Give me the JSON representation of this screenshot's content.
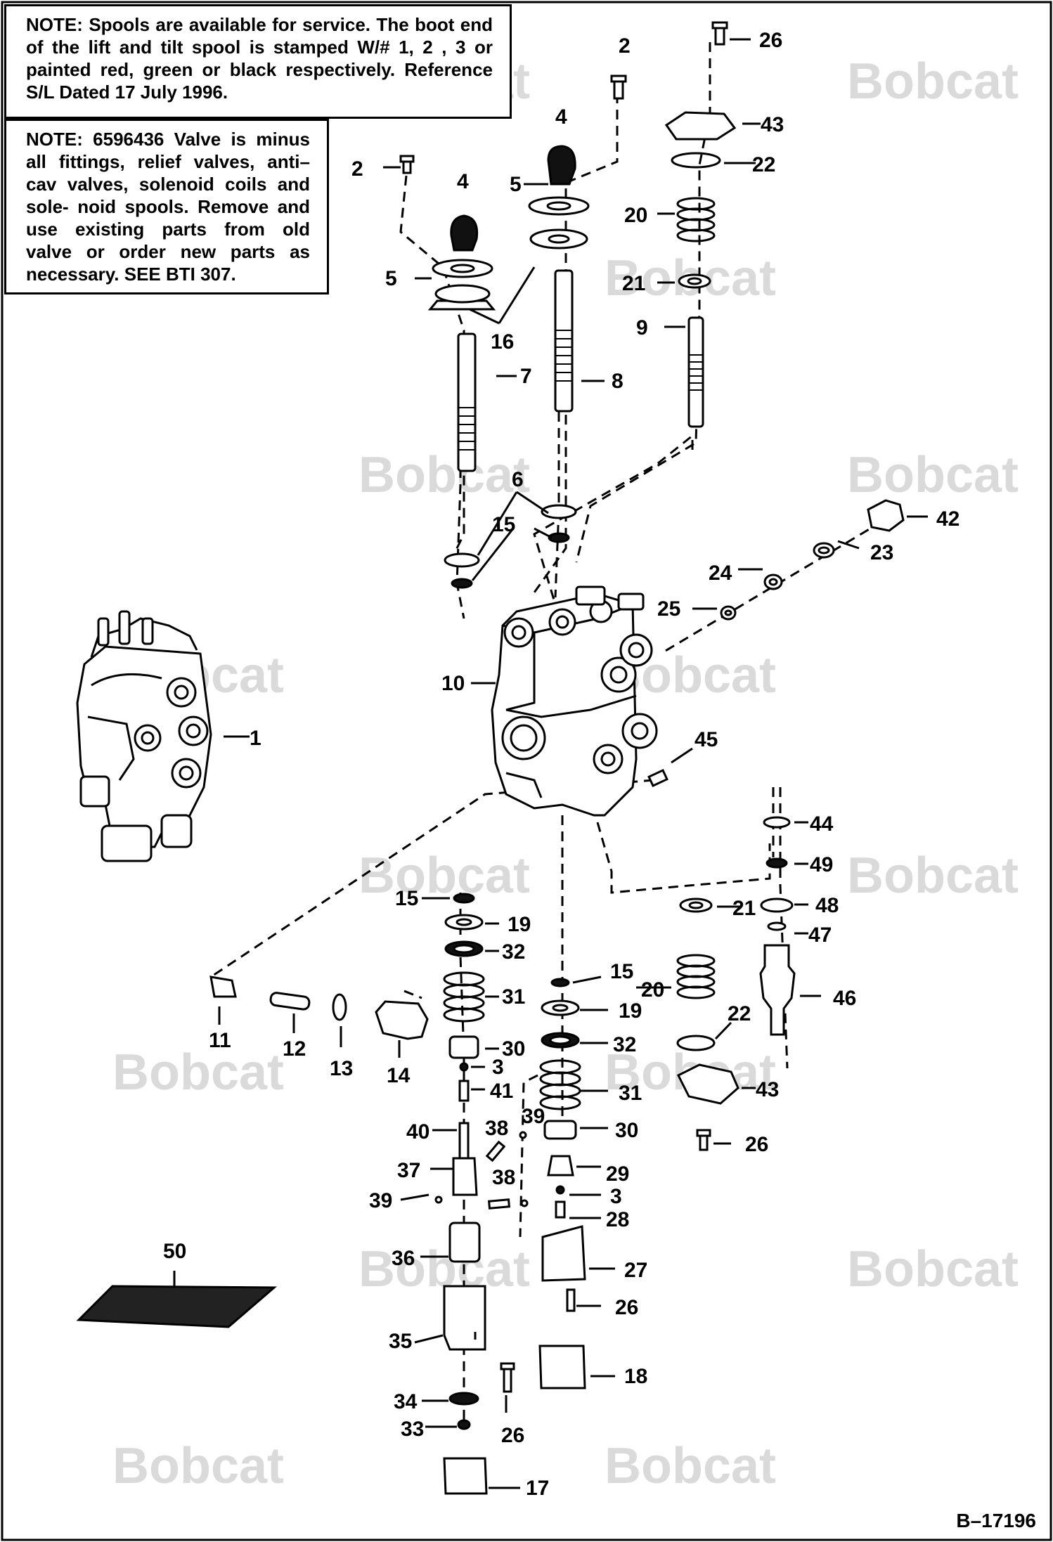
{
  "notes": {
    "note1_head": "NOTE:",
    "note1_body": "Spools are available for service. The boot end of the lift and tilt spool is stamped W/# 1, 2 , 3 or painted red, green or black respectively. Reference S/L Dated 17 July 1996.",
    "note2_head": "NOTE:",
    "note2_body": "6596436 Valve is minus all fittings, relief valves, anti–cav valves, solenoid coils and sole- noid spools. Remove and use existing parts from old valve or order new parts as necessary. SEE BTI 307."
  },
  "watermark": "Bobcat",
  "figure_id": "B–17196",
  "callouts": {
    "c1": "1",
    "c2a": "2",
    "c2b": "2",
    "c3a": "3",
    "c3b": "3",
    "c4a": "4",
    "c4b": "4",
    "c5a": "5",
    "c5b": "5",
    "c6": "6",
    "c7": "7",
    "c8": "8",
    "c9": "9",
    "c10": "10",
    "c11": "11",
    "c12": "12",
    "c13": "13",
    "c14": "14",
    "c15a": "15",
    "c15b": "15",
    "c15c": "15",
    "c16": "16",
    "c17": "17",
    "c18": "18",
    "c19a": "19",
    "c19b": "19",
    "c20a": "20",
    "c20b": "20",
    "c21a": "21",
    "c21b": "21",
    "c22a": "22",
    "c22b": "22",
    "c23": "23",
    "c24": "24",
    "c25": "25",
    "c26a": "26",
    "c26b": "26",
    "c26c": "26",
    "c26d": "26",
    "c27": "27",
    "c28": "28",
    "c29": "29",
    "c30a": "30",
    "c30b": "30",
    "c31a": "31",
    "c31b": "31",
    "c32a": "32",
    "c32b": "32",
    "c33": "33",
    "c34": "34",
    "c35": "35",
    "c36": "36",
    "c37": "37",
    "c38a": "38",
    "c38b": "38",
    "c39a": "39",
    "c39b": "39",
    "c40": "40",
    "c41": "41",
    "c42": "42",
    "c43a": "43",
    "c43b": "43",
    "c44": "44",
    "c45": "45",
    "c46": "46",
    "c47": "47",
    "c48": "48",
    "c49": "49",
    "c50": "50"
  }
}
